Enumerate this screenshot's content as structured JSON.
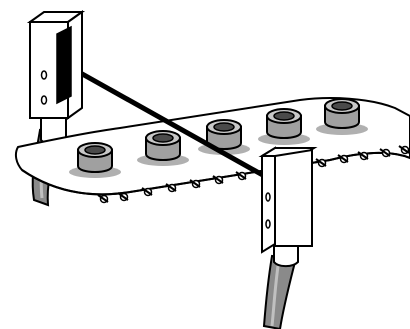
{
  "colors": {
    "background": "#ffffff",
    "outline": "#000000",
    "cable": "#8a8a8a",
    "cable_light": "#b8b8b8",
    "ring_body": "#a0a0a0",
    "ring_top": "#c8c8c8",
    "ring_hole": "#4a4a4a",
    "shadow": "#b0b0b0",
    "lens": "#000000"
  },
  "icons": [
    "light-beam-sensor-emitter",
    "light-beam-sensor-receiver",
    "conveyor-belt",
    "cylindrical-part"
  ]
}
